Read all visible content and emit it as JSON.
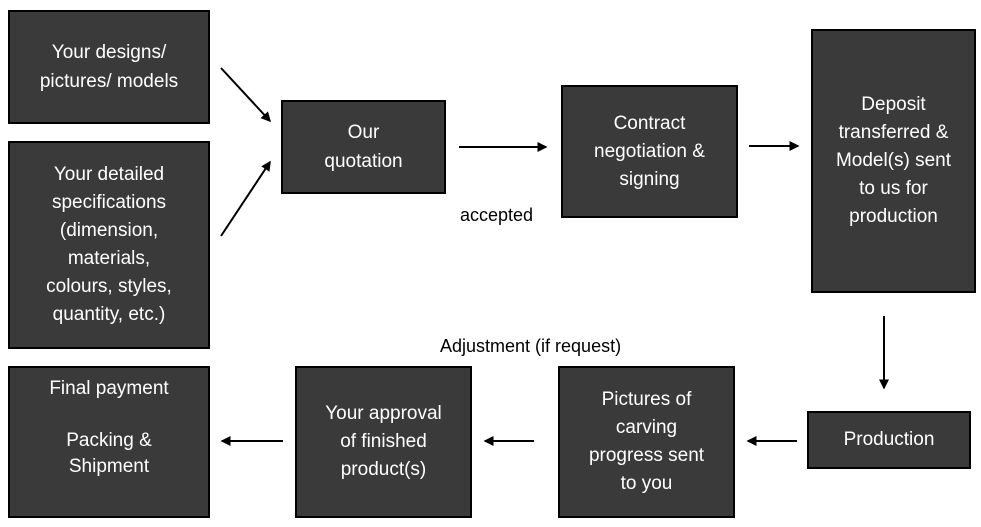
{
  "nodes": {
    "designs": "Your designs/\npictures/ models",
    "specs": "Your detailed\nspecifications\n(dimension,\nmaterials,\ncolours, styles,\nquantity, etc.)",
    "quotation": "Our\nquotation",
    "contract": "Contract\nnegotiation &\nsigning",
    "deposit": "Deposit\ntransferred &\nModel(s) sent\nto us for\nproduction",
    "production": "Production",
    "pictures": "Pictures of\ncarving\nprogress sent\nto you",
    "approval": "Your approval\nof finished\nproduct(s)",
    "final": "Final payment\n\nPacking &\nShipment"
  },
  "edge_labels": {
    "accepted": "accepted",
    "adjustment": "Adjustment (if request)"
  },
  "colors": {
    "box_fill": "#3a3a3a",
    "box_border": "#000000",
    "box_text": "#ffffff",
    "arrow": "#000000"
  }
}
